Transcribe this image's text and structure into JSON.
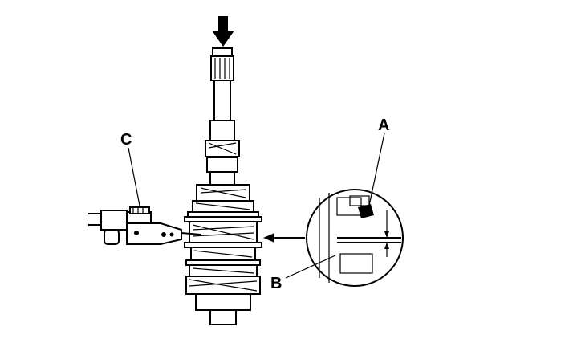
{
  "labels": {
    "a": "A",
    "b": "B",
    "c": "C"
  },
  "icons": {
    "press_arrow": "arrow-down-icon",
    "detail_arrow": "arrow-left-icon"
  }
}
